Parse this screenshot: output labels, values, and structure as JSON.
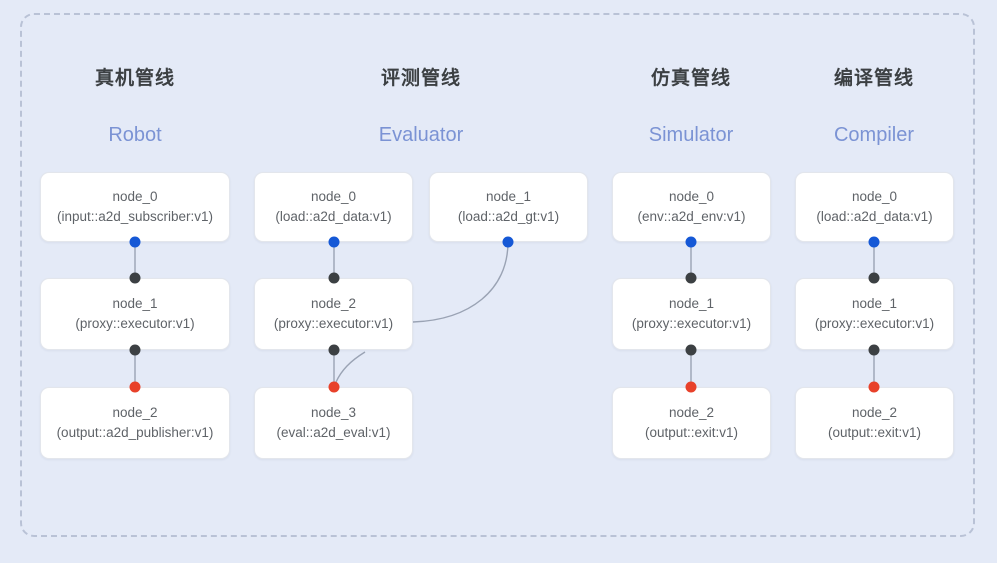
{
  "canvas": {
    "background_color": "#e4eaf7",
    "frame_border_color": "#b9c2d6",
    "frame_style": "dashed"
  },
  "palette": {
    "node_bg": "#ffffff",
    "node_border": "#e3e6ec",
    "node_text": "#5f6368",
    "title_text": "#3c4043",
    "subtitle_text": "#7b93d4",
    "wire": "#9aa3b4",
    "port_output": "#1558d6",
    "port_link": "#3c4043",
    "port_terminal": "#e8412a"
  },
  "columns": [
    {
      "id": "robot",
      "title_cn": "真机管线",
      "title_en": "Robot",
      "nodes": [
        {
          "name": "node_0",
          "kind": "(input::a2d_subscriber:v1)"
        },
        {
          "name": "node_1",
          "kind": "(proxy::executor:v1)"
        },
        {
          "name": "node_2",
          "kind": "(output::a2d_publisher:v1)"
        }
      ]
    },
    {
      "id": "evaluator",
      "title_cn": "评测管线",
      "title_en": "Evaluator",
      "nodes": [
        {
          "name": "node_0",
          "kind": "(load::a2d_data:v1)"
        },
        {
          "name": "node_1",
          "kind": "(load::a2d_gt:v1)"
        },
        {
          "name": "node_2",
          "kind": "(proxy::executor:v1)"
        },
        {
          "name": "node_3",
          "kind": "(eval::a2d_eval:v1)"
        }
      ]
    },
    {
      "id": "simulator",
      "title_cn": "仿真管线",
      "title_en": "Simulator",
      "nodes": [
        {
          "name": "node_0",
          "kind": "(env::a2d_env:v1)"
        },
        {
          "name": "node_1",
          "kind": "(proxy::executor:v1)"
        },
        {
          "name": "node_2",
          "kind": "(output::exit:v1)"
        }
      ]
    },
    {
      "id": "compiler",
      "title_cn": "编译管线",
      "title_en": "Compiler",
      "nodes": [
        {
          "name": "node_0",
          "kind": "(load::a2d_data:v1)"
        },
        {
          "name": "node_1",
          "kind": "(proxy::executor:v1)"
        },
        {
          "name": "node_2",
          "kind": "(output::exit:v1)"
        }
      ]
    }
  ]
}
